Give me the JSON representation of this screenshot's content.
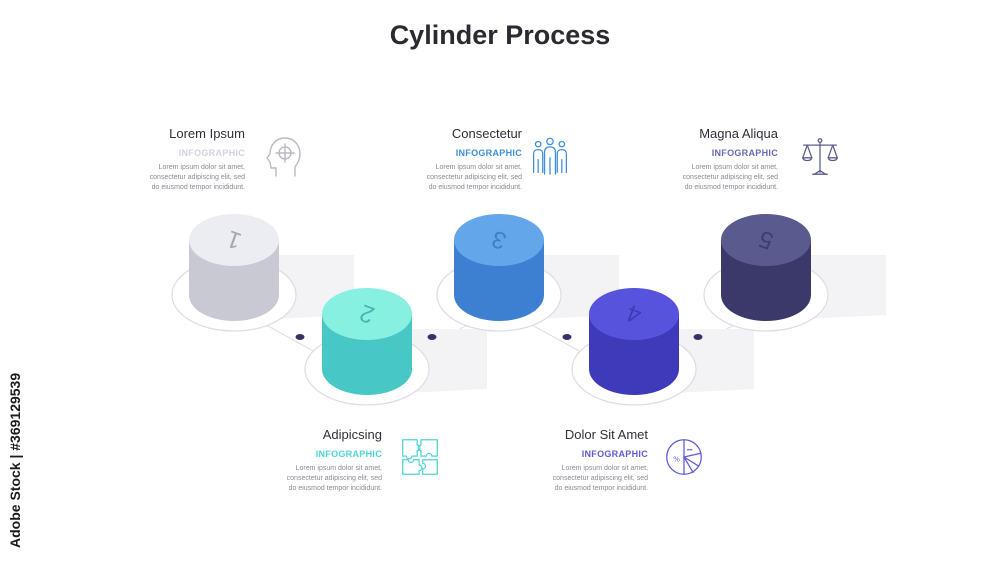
{
  "title": "Cylinder Process",
  "steps": [
    {
      "number": "1",
      "title": "Lorem Ipsum",
      "subtitle": "INFOGRAPHIC",
      "icon": "target-head-icon",
      "body": [
        "Lorem ipsum dolor sit amet,",
        "consectetur adipiscing elit, sed",
        "do eiusmod tempor incididunt."
      ],
      "accent": "#d3d3dc",
      "side": "#c9c9d3",
      "top": "#ecedf3",
      "num": "#a7a7b3"
    },
    {
      "number": "2",
      "title": "Adipicsing",
      "subtitle": "INFOGRAPHIC",
      "icon": "puzzle-icon",
      "body": [
        "Lorem ipsum dolor sit amet,",
        "consectetur adipiscing elit, sed",
        "do eiusmod tempor incididunt."
      ],
      "accent": "#4fd4d2",
      "side": "#47c7c6",
      "top": "#88f0e0",
      "num": "#47b6b1"
    },
    {
      "number": "3",
      "title": "Consectetur",
      "subtitle": "INFOGRAPHIC",
      "icon": "team-icon",
      "body": [
        "Lorem ipsum dolor sit amet,",
        "consectetur adipiscing elit, sed",
        "do eiusmod tempor incididunt."
      ],
      "accent": "#3f8fd8",
      "side": "#3d7fd0",
      "top": "#63a7ea",
      "num": "#3f80c8"
    },
    {
      "number": "4",
      "title": "Dolor Sit Amet",
      "subtitle": "INFOGRAPHIC",
      "icon": "pie-chart-icon",
      "body": [
        "Lorem ipsum dolor sit amet,",
        "consectetur adipiscing elit, sed",
        "do eiusmod tempor incididunt."
      ],
      "accent": "#5e5bd6",
      "side": "#3e3ab9",
      "top": "#5753dd",
      "num": "#3f3bb8"
    },
    {
      "number": "5",
      "title": "Magna Aliqua",
      "subtitle": "INFOGRAPHIC",
      "icon": "scales-icon",
      "body": [
        "Lorem ipsum dolor sit amet,",
        "consectetur adipiscing elit, sed",
        "do eiusmod tempor incididunt."
      ],
      "accent": "#6a6ab0",
      "side": "#3a3969",
      "top": "#5b5a8f",
      "num": "#3e3d6c"
    }
  ],
  "dot_color": "#363166",
  "watermark": "Adobe Stock | #369129539"
}
